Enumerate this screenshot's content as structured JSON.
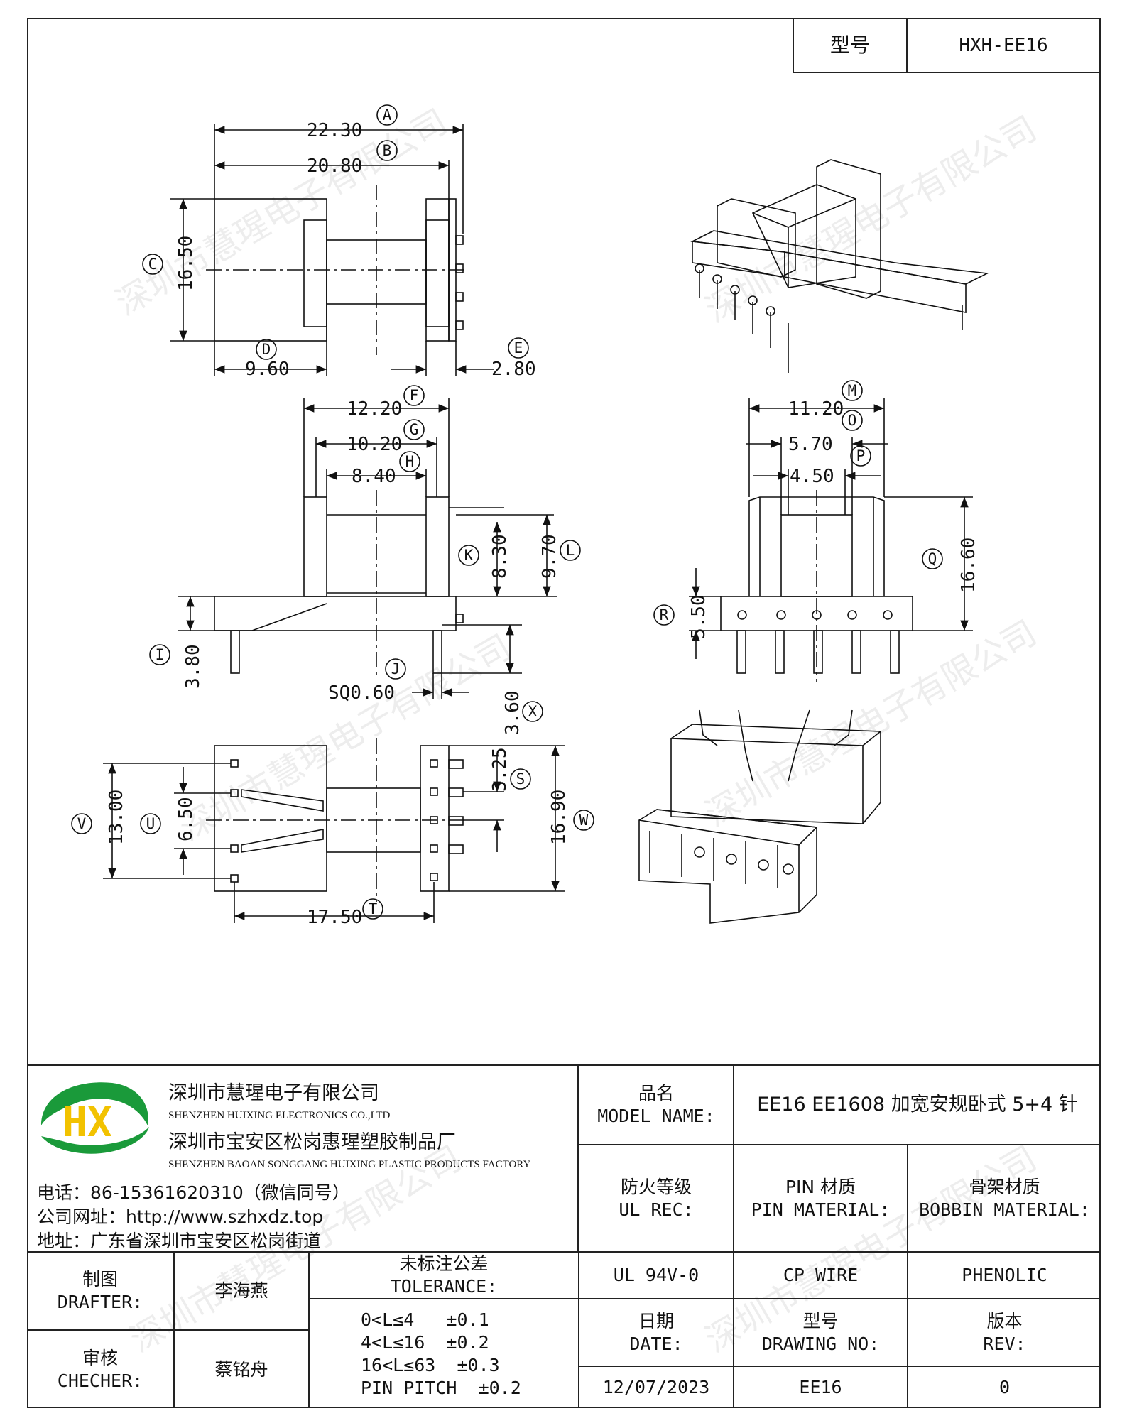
{
  "header": {
    "model_label": "型号",
    "model_value": "HXH-EE16"
  },
  "watermark": "深圳市慧瑆电子有限公司",
  "dimensions": {
    "A": "22.30",
    "B": "20.80",
    "C": "16.50",
    "D": "9.60",
    "E": "2.80",
    "F": "12.20",
    "G": "10.20",
    "H": "8.40",
    "I": "3.80",
    "J": "SQ0.60",
    "K": "8.30",
    "L": "9.70",
    "X": "3.60",
    "M": "11.20",
    "O": "5.70",
    "P": "4.50",
    "Q": "16.60",
    "R": "5.50",
    "S": "3.25",
    "T": "17.50",
    "U": "6.50",
    "V": "13.00",
    "W": "16.90"
  },
  "company": {
    "logo_letters": "HX",
    "name_cn": "深圳市慧瑆电子有限公司",
    "name_en": "SHENZHEN HUIXING ELECTRONICS CO.,LTD",
    "factory_cn": "深圳市宝安区松岗惠瑆塑胶制品厂",
    "factory_en": "SHENZHEN BAOAN SONGGANG HUIXING PLASTIC PRODUCTS FACTORY",
    "phone": "电话：86-15361620310（微信同号）",
    "website": "公司网址：http://www.szhxdz.top",
    "address": "地址：广东省深圳市宝安区松岗街道"
  },
  "title_block": {
    "model_name_cn": "品名",
    "model_name_en": "MODEL NAME:",
    "model_name_value": "EE16 EE1608 加宽安规卧式 5+4 针",
    "ul_cn": "防火等级",
    "ul_en": "UL REC:",
    "pin_cn": "PIN 材质",
    "pin_en": "PIN MATERIAL:",
    "bobbin_cn": "骨架材质",
    "bobbin_en": "BOBBIN MATERIAL:",
    "ul_value": "UL 94V-0",
    "pin_value": "CP WIRE",
    "bobbin_value": "PHENOLIC",
    "drafter_cn": "制图",
    "drafter_en": "DRAFTER:",
    "drafter_name": "李海燕",
    "checker_cn": "审核",
    "checker_en": "CHECHER:",
    "checker_name": "蔡铭舟",
    "tolerance_cn": "未标注公差",
    "tolerance_en": "TOLERANCE:",
    "tolerance_lines": [
      "0<L≤4   ±0.1",
      "4<L≤16  ±0.2",
      "16<L≤63  ±0.3",
      "PIN PITCH  ±0.2"
    ],
    "date_cn": "日期",
    "date_en": "DATE:",
    "date_value": "12/07/2023",
    "drawing_cn": "型号",
    "drawing_en": "DRAWING NO:",
    "drawing_value": "EE16",
    "rev_cn": "版本",
    "rev_en": "REV:",
    "rev_value": "0"
  }
}
